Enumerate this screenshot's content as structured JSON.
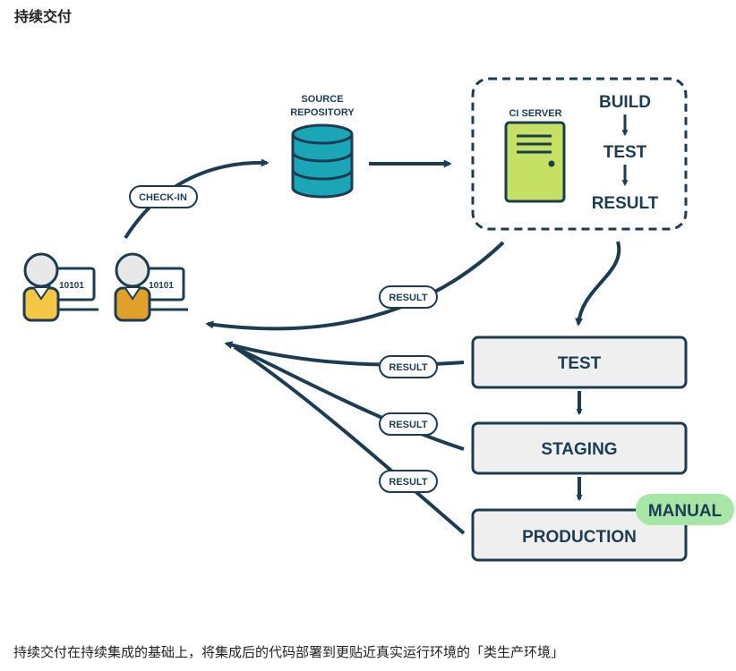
{
  "page": {
    "heading": "持续交付",
    "caption": "持续交付在持续集成的基础上，将集成后的代码部署到更贴近真实运行环境的「类生产环境」"
  },
  "diagram": {
    "check_in_label": "CHECK-IN",
    "source_repository_line1": "SOURCE",
    "source_repository_line2": "REPOSITORY",
    "ci_server_label": "CI SERVER",
    "pipeline": [
      "BUILD",
      "TEST",
      "RESULT"
    ],
    "developer_screen_text": "10101",
    "result_label": "RESULT",
    "stages": [
      "TEST",
      "STAGING",
      "PRODUCTION"
    ],
    "manual_badge": "MANUAL",
    "colors": {
      "navy": "#1d3c52",
      "teal": "#1aa6b7",
      "server_green": "#c5e063",
      "stage_fill": "#efefef",
      "manual_green": "#a8e6a8",
      "dev_yellow": "#f6c744",
      "dev_orange": "#e0a02a"
    }
  }
}
